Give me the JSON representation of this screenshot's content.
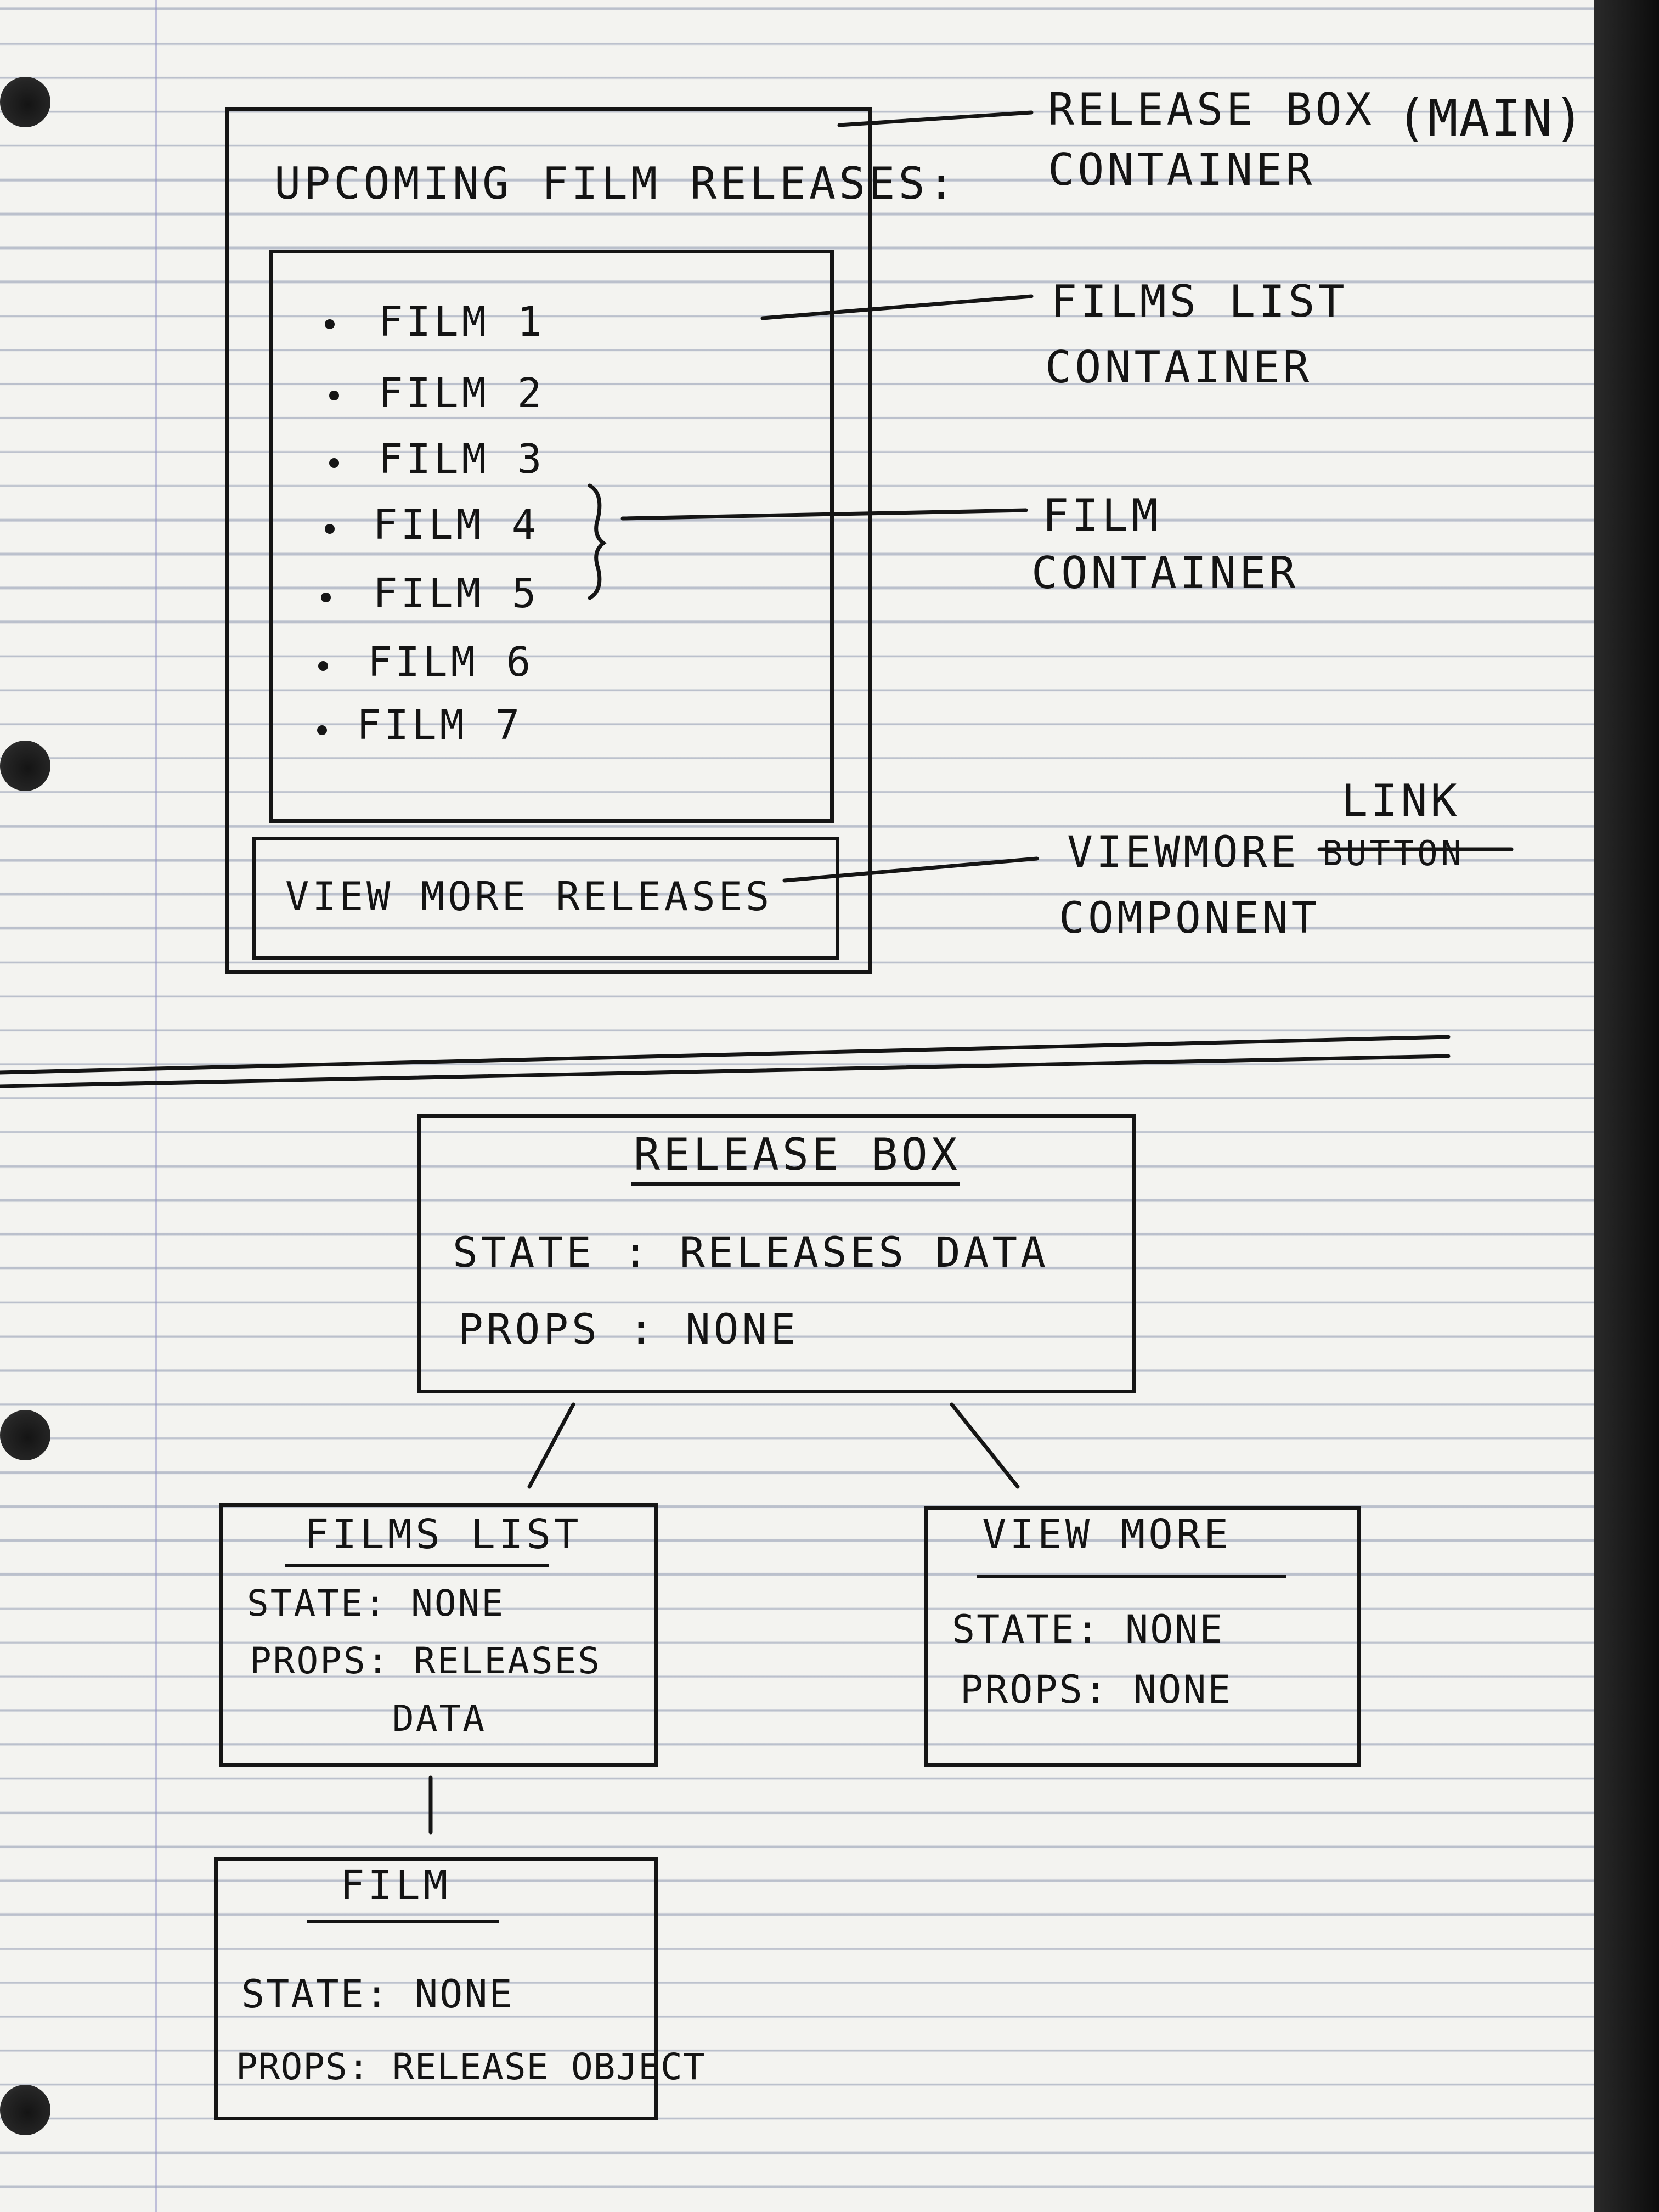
{
  "wireframe": {
    "release_box": {
      "title": "UPCOMING FILM RELEASES:",
      "films": [
        "FILM 1",
        "FILM 2",
        "FILM 3",
        "FILM 4",
        "FILM 5",
        "FILM 6",
        "FILM 7"
      ],
      "view_more": "VIEW MORE RELEASES"
    },
    "annotations": {
      "release_box_line1": "RELEASE BOX",
      "release_box_line2": "CONTAINER",
      "main": "(MAIN)",
      "films_list_line1": "FILMS LIST",
      "films_list_line2": "CONTAINER",
      "film_line1": "FILM",
      "film_line2": "CONTAINER",
      "viewmore_link": "LINK",
      "viewmore_line1": "VIEWMORE",
      "viewmore_struck": "BUTTON",
      "viewmore_line2": "COMPONENT"
    }
  },
  "tree": {
    "release_box": {
      "title": "RELEASE BOX",
      "state": "STATE : RELEASES DATA",
      "props": "PROPS : NONE"
    },
    "films_list": {
      "title": "FILMS LIST",
      "state": "STATE: NONE",
      "props_line1": "PROPS: RELEASES",
      "props_line2": "DATA"
    },
    "view_more": {
      "title": "VIEW MORE",
      "state": "STATE: NONE",
      "props": "PROPS: NONE"
    },
    "film": {
      "title": "FILM",
      "state": "STATE: NONE",
      "props": "PROPS: RELEASE OBJECT"
    }
  },
  "colors": {
    "ink": "#151515",
    "paper": "#f3f3f0",
    "ruling": "#8c96af"
  }
}
